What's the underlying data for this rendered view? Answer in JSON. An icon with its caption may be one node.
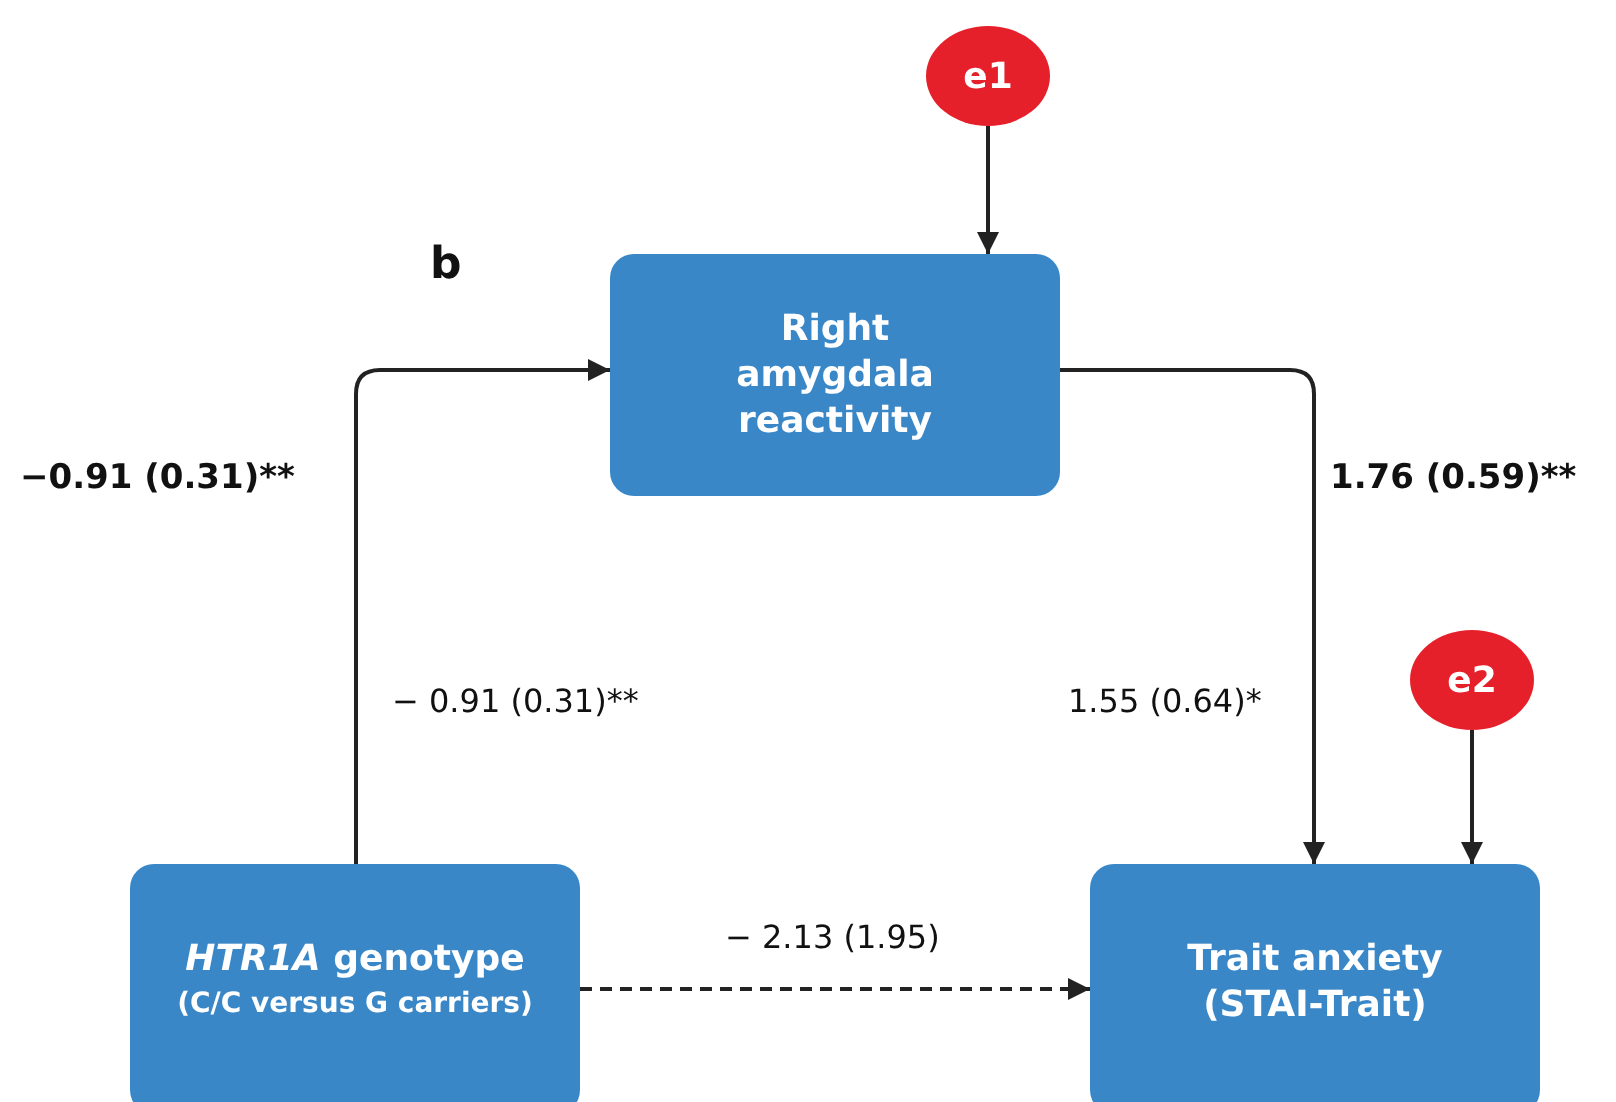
{
  "diagram": {
    "nodes": [
      {
        "text": [
          "e1"
        ]
      },
      {
        "text": [
          "Right amygdala reactivity"
        ]
      },
      {
        "text": [
          "e2"
        ]
      },
      {
        "text": [
          "*HTR1A* genotype",
          "(C/C versus G carriers)"
        ]
      },
      {
        "text": [
          "Trait anxiety (STAI-Trait)"
        ]
      }
    ],
    "edges": [
      {
        "from": 0,
        "to": 1,
        "arrow": "to"
      },
      {
        "from": 3,
        "to": 1,
        "arrow": "to"
      },
      {
        "from": 1,
        "to": 4,
        "arrow": "to"
      },
      {
        "from": 2,
        "to": 4,
        "arrow": "to"
      },
      {
        "from": 3,
        "to": 4,
        "arrow": "to",
        "style": "dashed",
        "label": "− 2.13 (1.95)"
      }
    ],
    "labels": [
      "b",
      "−0.91 (0.31)**",
      "1.76 (0.59)**",
      "− 0.91 (0.31)**",
      "1.55 (0.64)*"
    ]
  }
}
